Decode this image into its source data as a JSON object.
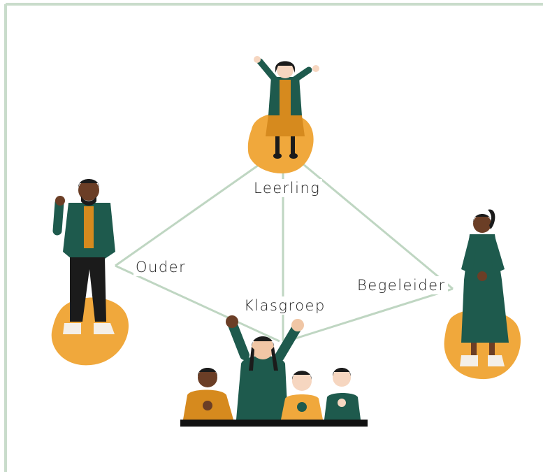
{
  "diagram": {
    "nodes": [
      {
        "id": "leerling",
        "label": "Leerling"
      },
      {
        "id": "ouder",
        "label": "Ouder"
      },
      {
        "id": "begeleider",
        "label": "Begeleider"
      },
      {
        "id": "klasgroep",
        "label": "Klasgroep"
      }
    ],
    "edges": [
      {
        "from": "leerling",
        "to": "ouder"
      },
      {
        "from": "leerling",
        "to": "begeleider"
      },
      {
        "from": "leerling",
        "to": "klasgroep"
      },
      {
        "from": "ouder",
        "to": "klasgroep"
      },
      {
        "from": "begeleider",
        "to": "klasgroep"
      }
    ]
  },
  "colors": {
    "frame": "#c9dccb",
    "line": "#bfd6c2",
    "blob": "#f0a83c",
    "dark_green": "#1e5a4d",
    "mustard": "#d68a1e",
    "skin_dark": "#6b3e26",
    "skin_light": "#f6d6c0"
  }
}
